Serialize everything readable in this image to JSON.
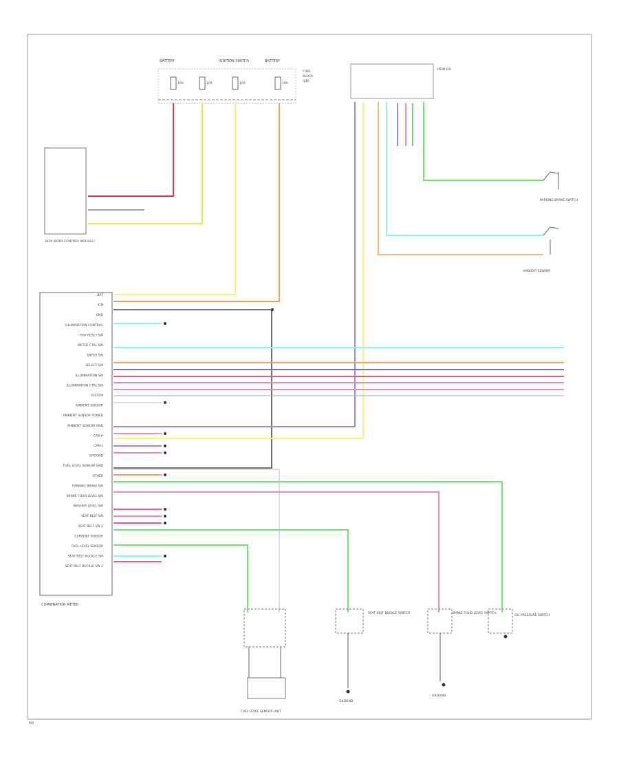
{
  "fuses": [
    {
      "label": "10A",
      "box": "FUSE BLOCK (J/B)"
    },
    {
      "label": "10A",
      "box": "FUSE BLOCK (J/B)"
    },
    {
      "label": "10A",
      "box": "FUSE BLOCK (J/B)"
    },
    {
      "label": "10A",
      "box": "FUSE BLOCK (J/B)"
    }
  ],
  "fuse_block_label": [
    "FUSE",
    "BLOCK",
    "(J/B)"
  ],
  "power_labels": [
    "BATTERY",
    "IGNITION SWITCH",
    "BATTERY"
  ],
  "ipdm_label": [
    "IPDM E/R"
  ],
  "bcm_label": [
    "BCM (BODY CONTROL MODULE)"
  ],
  "meter_label": "COMBINATION METER",
  "meter_pins": [
    "BAT",
    "IGN",
    "GND",
    "ILLUMINATION CONTROL",
    "TRIP RESET SW",
    "METER CTRL SW",
    "ENTER SW",
    "SELECT SW",
    "ILLUMINATION SW",
    "ILLUMINATION CTRL SW",
    "SYSTEM",
    "AMBIENT SENSOR",
    "AMBIENT SENSOR POWER",
    "AMBIENT SENSOR GND",
    "CAN-H",
    "CAN-L",
    "GROUND",
    "FUEL LEVEL SENSOR GND",
    "OTHER",
    "PARKING BRAKE SW",
    "BRAKE FLUID LEVEL SW",
    "WASHER LEVEL SW",
    "SEAT BELT SW",
    "SEAT BELT SW 2",
    "CURRENT SENSOR",
    "FUEL LEVEL SENSOR",
    "SEAT BELT BUCKLE SW",
    "SEAT BELT BUCKLE SW 2"
  ],
  "components": {
    "fuel_sender": "FUEL LEVEL SENSOR UNIT",
    "seatbelt_sw": "SEAT BELT BUCKLE SWITCH",
    "brake_sw": "BRAKE FLUID LEVEL SWITCH",
    "parking_sw": "PARKING BRAKE SWITCH",
    "oil_sw": "OIL PRESSURE SWITCH",
    "ambient_sensor": "AMBIENT SENSOR",
    "ground_left": "GROUND",
    "ground_right": "GROUND"
  },
  "footer_code": "W0"
}
